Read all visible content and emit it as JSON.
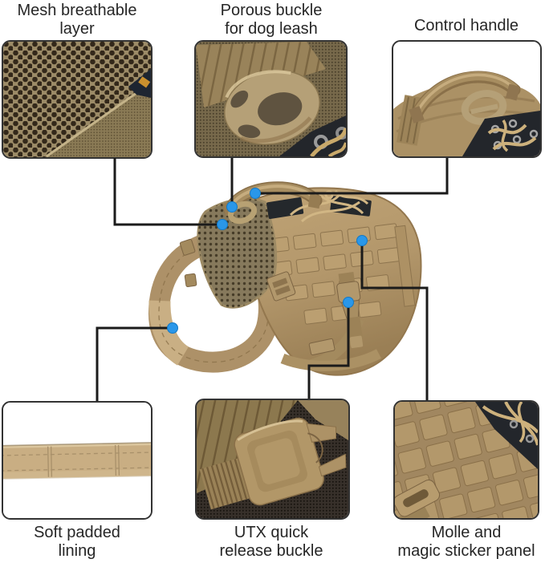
{
  "diagram": {
    "subject": "Tactical MOLLE dog harness vest, coyote tan, shown with six feature callouts",
    "background": "#ffffff",
    "connector_color": "#1b1b1b",
    "dot_color": "#2a97e9",
    "text_color": "#262626"
  },
  "palette": {
    "harness_tan": "#b3976b",
    "harness_tan_light": "#c7ad82",
    "harness_tan_dark": "#8d754f",
    "mesh_fabric": "#86795c",
    "black_panel": "#23262b",
    "cord_tan": "#cdb17c"
  },
  "callouts": [
    {
      "key": "mesh",
      "position": "top-left",
      "label": "Mesh breathable\nlayer",
      "photo": "mesh-fabric-closeup"
    },
    {
      "key": "porous",
      "position": "top-center",
      "label": "Porous buckle\nfor dog leash",
      "photo": "porous-ring-buckle-closeup"
    },
    {
      "key": "handle",
      "position": "top-right",
      "label": "Control handle",
      "photo": "control-handle-closeup"
    },
    {
      "key": "pad",
      "position": "bottom-left",
      "label": "Soft padded\nlining",
      "photo": "padded-strap-closeup"
    },
    {
      "key": "utx",
      "position": "bottom-center",
      "label": "UTX quick\nrelease buckle",
      "photo": "quick-release-buckle-closeup"
    },
    {
      "key": "molle",
      "position": "bottom-right",
      "label": "Molle and\nmagic sticker panel",
      "photo": "molle-webbing-panel-closeup"
    }
  ]
}
